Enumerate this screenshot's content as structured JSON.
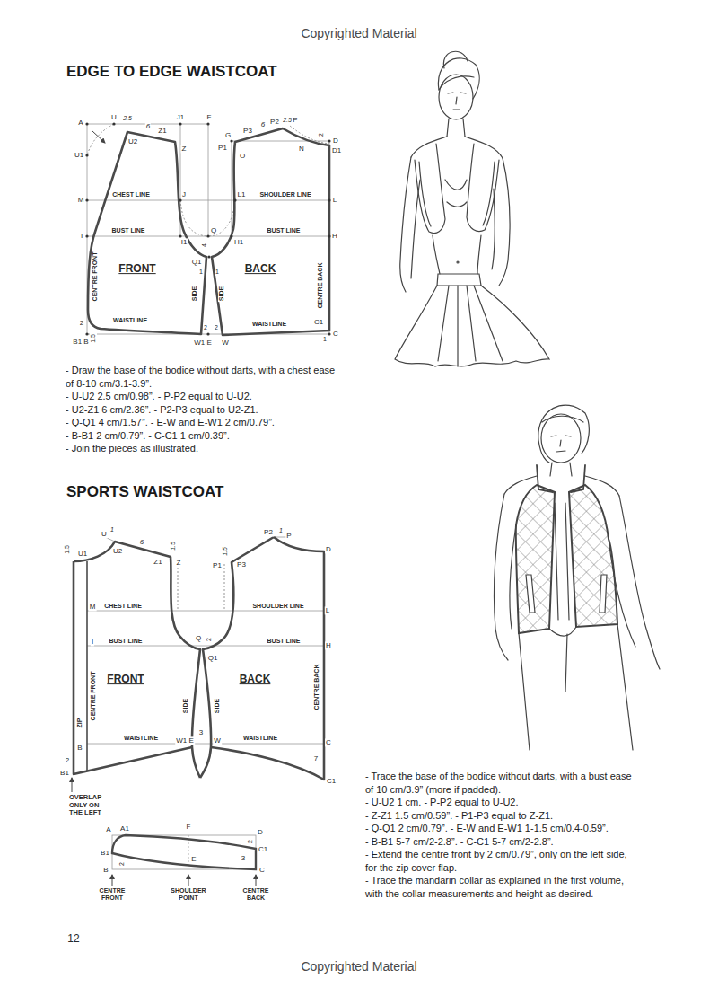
{
  "diagram": {
    "labels": [
      "Copyrighted Material",
      "EDGE TO EDGE WAISTCOAT",
      "A",
      "U",
      "2.5",
      "J1",
      "F",
      "U2",
      "6",
      "Z1",
      "Z",
      "U1",
      "G",
      "P3",
      "6",
      "P2",
      "2.5",
      "P",
      "P1",
      "O",
      "N",
      "2",
      "D",
      "D1",
      "M",
      "CHEST LINE",
      "J",
      "L1",
      "SHOULDER LINE",
      "L",
      "I",
      "BUST LINE",
      "Q",
      "BUST LINE",
      "H",
      "I1",
      "4",
      "H1",
      "Q1",
      "FRONT",
      "1",
      "1",
      "BACK",
      "CENTRE FRONT",
      "CENTRE BACK",
      "SIDE",
      "SIDE",
      "WAISTLINE",
      "WAISTLINE",
      "2",
      "1.5",
      "2",
      "2",
      "C1",
      "C",
      "1",
      "B1 B",
      "W1 E",
      "W",
      "- Draw the base of the bodice without darts, with a chest ease of 8-10 cm/3.1-3.9”.",
      "- U-U2 2.5 cm/0.98”. - P-P2 equal to U-U2.",
      "- U2-Z1 6 cm/2.36”. - P2-P3 equal to U2-Z1.",
      "- Q-Q1 4 cm/1.57”. - E-W and E-W1 2 cm/0.79”.",
      "- B-B1 2 cm/0.79”. - C-C1 1 cm/0.39”.",
      "- Join the pieces as illustrated.",
      "SPORTS WAISTCOAT",
      "U",
      "1",
      "U2",
      "6",
      "Z1",
      "1.5",
      "Z",
      "P2",
      "1",
      "P",
      "1.5",
      "P1",
      "P3",
      "D",
      "1.5",
      "U1",
      "M",
      "CHEST LINE",
      "SHOULDER LINE",
      "L",
      "I",
      "BUST LINE",
      "Q",
      "2",
      "BUST LINE",
      "H",
      "Q1",
      "FRONT",
      "BACK",
      "CENTRE FRONT",
      "CENTRE BACK",
      "SIDE",
      "SIDE",
      "ZIP",
      "3",
      "WAISTLINE",
      "WAISTLINE",
      "B",
      "W1 E",
      "W",
      "C",
      "7",
      "2",
      "B1",
      "C1",
      "OVERLAP ONLY ON THE LEFT",
      "A",
      "A1",
      "F",
      "D",
      "B1",
      "2",
      "2",
      "C1",
      "E",
      "3",
      "B",
      "C",
      "CENTRE FRONT",
      "SHOULDER POINT",
      "CENTRE BACK",
      "- Trace the base of the bodice without darts, with a bust ease of 10 cm/3.9” (more if padded).",
      "- U-U2 1 cm. - P-P2 equal to U-U2.",
      "- Z-Z1 1.5 cm/0.59”. - P1-P3 equal to Z-Z1.",
      "- Q-Q1 2 cm/0.79”. - E-W and E-W1 1-1.5 cm/0.4-0.59”.",
      "- B-B1 5-7 cm/2-2.8”. - C-C1 5-7 cm/2-2.8”.",
      "- Extend the centre front by 2 cm/0.79”, only on the left side, for the zip cover flap.",
      "- Trace the mandarin collar as explained in the first volume, with the collar measurements and height as desired.",
      "12",
      "Copyrighted Material"
    ]
  }
}
